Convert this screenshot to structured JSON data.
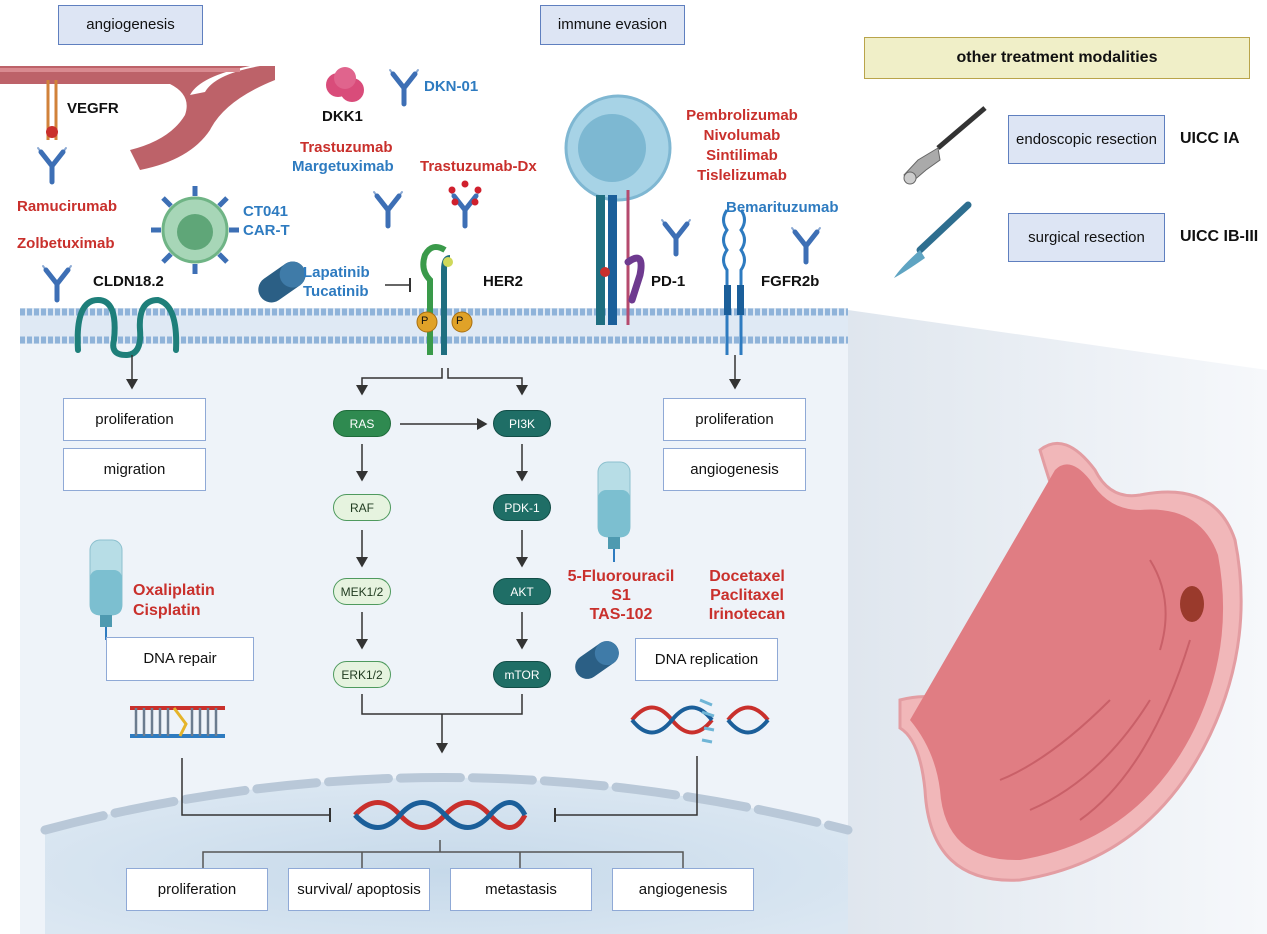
{
  "labels": {
    "angiogenesis_top": "angiogenesis",
    "immune_evasion": "immune evasion",
    "other_treatment": "other treatment modalities",
    "vegfr": "VEGFR",
    "ramucirumab": "Ramucirumab",
    "zolbetuximab": "Zolbetuximab",
    "ct041": "CT041",
    "car_t": "CAR-T",
    "cldn": "CLDN18.2",
    "dkk1": "DKK1",
    "dkn01": "DKN-01",
    "trastuzumab": "Trastuzumab",
    "margetuximab": "Margetuximab",
    "trastuzumab_dx": "Trastuzumab-Dx",
    "lapatinib": "Lapatinib",
    "tucatinib": "Tucatinib",
    "her2": "HER2",
    "pembrolizumab": "Pembrolizumab",
    "nivolumab": "Nivolumab",
    "sintilimab": "Sintilimab",
    "tislelizumab": "Tislelizumab",
    "pd1": "PD-1",
    "bemarituzumab": "Bemarituzumab",
    "fgfr2b": "FGFR2b",
    "oxaliplatin": "Oxaliplatin",
    "cisplatin": "Cisplatin",
    "fluorouracil": "5-Fluorouracil",
    "s1": "S1",
    "tas102": "TAS-102",
    "docetaxel": "Docetaxel",
    "paclitaxel": "Paclitaxel",
    "irinotecan": "Irinotecan",
    "uicc_ia": "UICC IA",
    "uicc_ib": "UICC IB-III",
    "phospho": "P"
  },
  "boxes": {
    "endoscopic": "endoscopic resection",
    "surgical": "surgical resection",
    "prolif_left": "proliferation",
    "migration": "migration",
    "prolif_right": "proliferation",
    "angio_right": "angiogenesis",
    "dna_repair": "DNA repair",
    "dna_replication": "DNA replication",
    "out_prolif": "proliferation",
    "out_survival": "survival/ apoptosis",
    "out_metastasis": "metastasis",
    "out_angio": "angiogenesis"
  },
  "pathway": {
    "ras": "RAS",
    "raf": "RAF",
    "mek": "MEK1/2",
    "erk": "ERK1/2",
    "pi3k": "PI3K",
    "pdk1": "PDK-1",
    "akt": "AKT",
    "mtor": "mTOR"
  },
  "colors": {
    "drug_red": "#c9302c",
    "drug_blue": "#2e7bc0",
    "antibody": "#3d6fb5",
    "membrane": "#8fb3d9",
    "cell_bg": "#eef3f9",
    "stomach": "#e07d83"
  },
  "icons": [
    "antibody-icon",
    "car-t-cell-icon",
    "dkk1-protein-icon",
    "capsule-icon",
    "iv-bag-icon",
    "endoscope-icon",
    "scalpel-icon",
    "dna-helix-icon",
    "stomach-icon",
    "t-cell-icon"
  ]
}
